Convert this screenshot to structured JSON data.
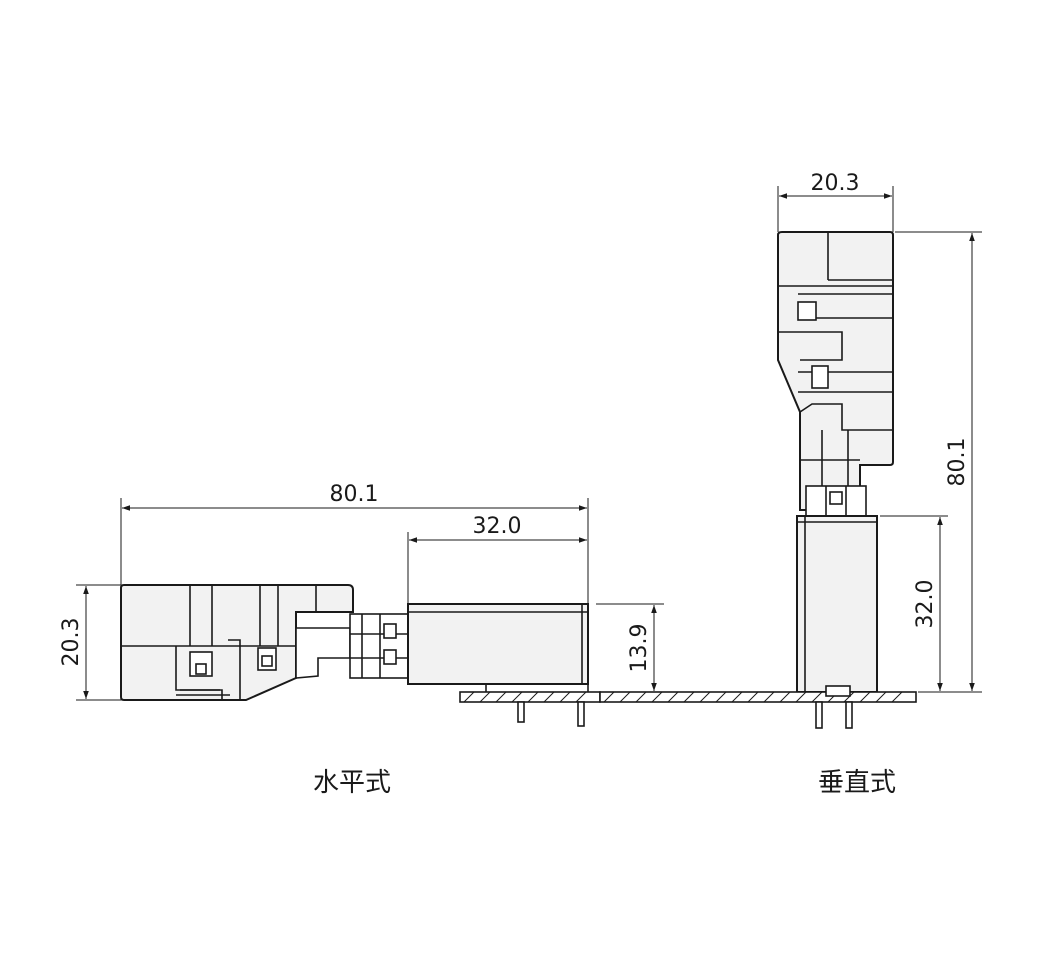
{
  "horizontal": {
    "caption": "水平式",
    "dim_length": "80.1",
    "dim_plug": "32.0",
    "dim_height": "20.3",
    "dim_mount": "13.9"
  },
  "vertical": {
    "caption": "垂直式",
    "dim_width": "20.3",
    "dim_length": "80.1",
    "dim_plug": "32.0"
  },
  "colors": {
    "line": "#1a1a1a",
    "body_fill": "#f2f2f2",
    "background": "#ffffff"
  }
}
